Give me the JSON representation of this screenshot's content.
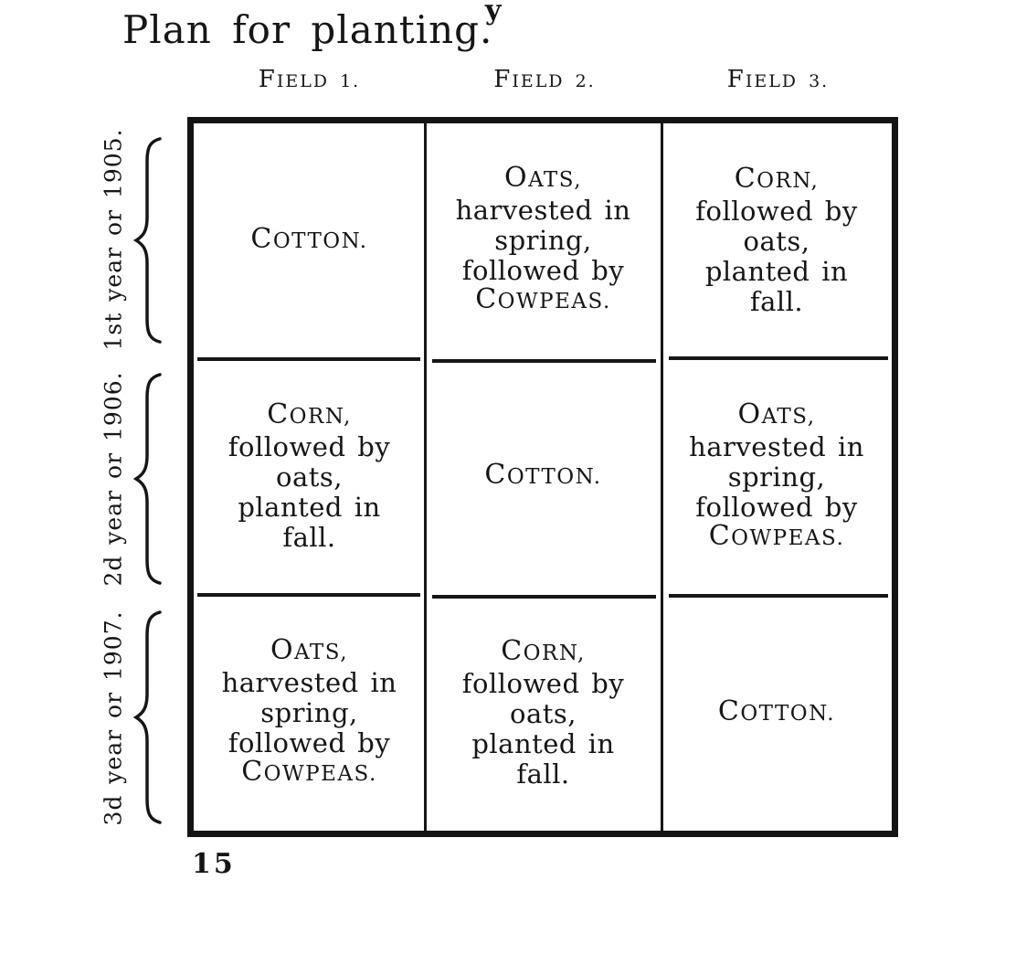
{
  "colors": {
    "ink": "#161616",
    "paper": "#ffffff"
  },
  "page": {
    "stray_mark": "y",
    "title": "Plan for planting.",
    "page_number": "15"
  },
  "icons": {
    "row_brace": "{"
  },
  "table": {
    "column_headers": [
      "Field 1.",
      "Field 2.",
      "Field 3."
    ],
    "row_labels": [
      "1st year or 1905.",
      "2d year or 1906.",
      "3d year or 1907."
    ],
    "rows": [
      {
        "cells": [
          {
            "lines": [
              "Cotton."
            ]
          },
          {
            "lines": [
              "Oats,",
              "harvested in",
              "spring,",
              "followed by",
              "Cowpeas."
            ]
          },
          {
            "lines": [
              "Corn,",
              "followed by",
              "oats,",
              "planted in",
              "fall."
            ]
          }
        ]
      },
      {
        "cells": [
          {
            "lines": [
              "Corn,",
              "followed by",
              "oats,",
              "planted in",
              "fall."
            ]
          },
          {
            "lines": [
              "Cotton."
            ]
          },
          {
            "lines": [
              "Oats,",
              "harvested in",
              "spring,",
              "followed by",
              "Cowpeas."
            ]
          }
        ]
      },
      {
        "cells": [
          {
            "lines": [
              "Oats,",
              "harvested in",
              "spring,",
              "followed by",
              "Cowpeas."
            ]
          },
          {
            "lines": [
              "Corn,",
              "followed by",
              "oats,",
              "planted in",
              "fall."
            ]
          },
          {
            "lines": [
              "Cotton."
            ]
          }
        ]
      }
    ]
  }
}
